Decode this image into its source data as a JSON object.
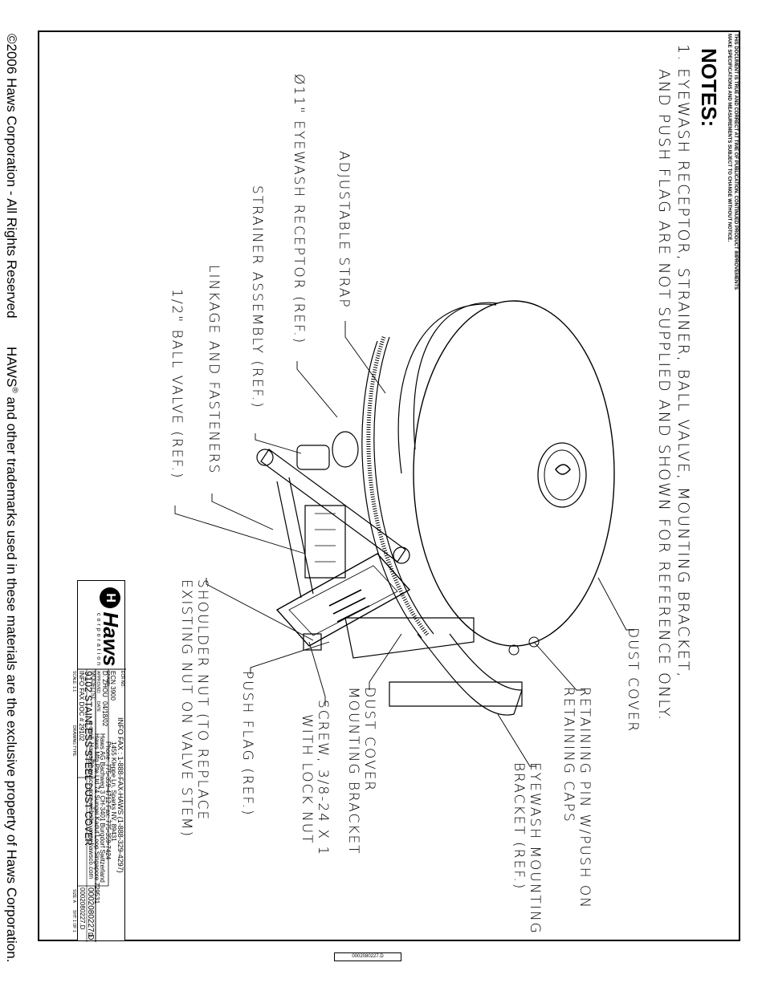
{
  "disclaimer": {
    "line1": "THIS DOCUMENT IS TRUE AND CORRECT AT TIME OF PUBLICATION. CONTINUED PRODUCT IMPROVEMENTS",
    "line2": "MAKE SPECIFICATIONS AND MEASUREMENTS SUBJECT TO CHANGE WITHOUT NOTICE."
  },
  "notes": {
    "title": "NOTES:",
    "line1": "1. EYEWASH RECEPTOR, STRAINER, BALL VALVE, MOUNTING BRACKET,",
    "line2": "AND PUSH FLAG ARE NOT SUPPLIED AND SHOWN FOR REFERENCE ONLY."
  },
  "labels": {
    "adjustable_strap": "ADJUSTABLE STRAP",
    "eyewash_receptor": "Ø11\" EYEWASH RECEPTOR (REF.)",
    "strainer": "STRAINER ASSEMBLY (REF.)",
    "linkage": "LINKAGE AND FASTENERS",
    "ball_valve": "1/2\" BALL VALVE (REF.)",
    "shoulder_nut_1": "SHOULDER NUT (TO REPLACE",
    "shoulder_nut_2": "EXISTING NUT ON VALVE STEM)",
    "push_flag": "PUSH FLAG (REF.)",
    "screw_1": "SCREW, 3/8-24 X 1",
    "screw_2": "WITH LOCK NUT",
    "dust_cover_bracket_1": "DUST COVER",
    "dust_cover_bracket_2": "MOUNTING BRACKET",
    "eyewash_bracket_1": "EYEWASH MOUNTING",
    "eyewash_bracket_2": "BRACKET (REF.)",
    "retaining_pin_1": "RETAINING PIN W/PUSH ON",
    "retaining_pin_2": "RETAINING CAPS",
    "dust_cover": "DUST COVER"
  },
  "title_block": {
    "brand": "Haws",
    "brand_sub": "corporation",
    "info_fax": "INFO FAX : 1-888-FAX-HAWS (1-888-329-4297)",
    "addr1": "1455 Kleppe Ln, Sparks NV, 89431",
    "addr2": "Phone: 775-359-4712  Fax: 775-359-7424",
    "addr3": "Haws AG Bachweg 3 CH-3401 Burgdorf Switzerland",
    "addr4": "Haws Mfg Pte Ltd 74 Sungei Kadut Loop Singapore 729531",
    "addr5": "e-mail: Haws@hawsco.com          website: www.hawsco.com",
    "models_label": "MODEL(S):",
    "title": "9102 STAINLESS STEEL DUST COVER",
    "info_fax_doc": "INFO FAX DOC # 29102",
    "part_no": "0002080227.D",
    "drawing_no": "0002080227.D",
    "rev": "D",
    "scale": "SCALE: 1:1",
    "drawing_type": "DRAWING TYPE:",
    "size": "SIZE: A",
    "sheet": "SHT: 1 OF 1",
    "ecr_no": "ECR NO.",
    "ecn": "ECN 3900",
    "drawn_by": "D. ZHOU",
    "date": "04/18/02",
    "drawn_label": "DRAWN",
    "date_label": "DATE",
    "approved_label": "APPROVED"
  },
  "footer": {
    "copyright": "©2006 Haws Corporation - All Rights Reserved",
    "trademark_a": "HAWS",
    "trademark_reg": "®",
    "trademark_b": "and other trademarks used in these materials are the exclusive property of Haws Corporation."
  },
  "dwg_number_stamp": "0002080227.D"
}
